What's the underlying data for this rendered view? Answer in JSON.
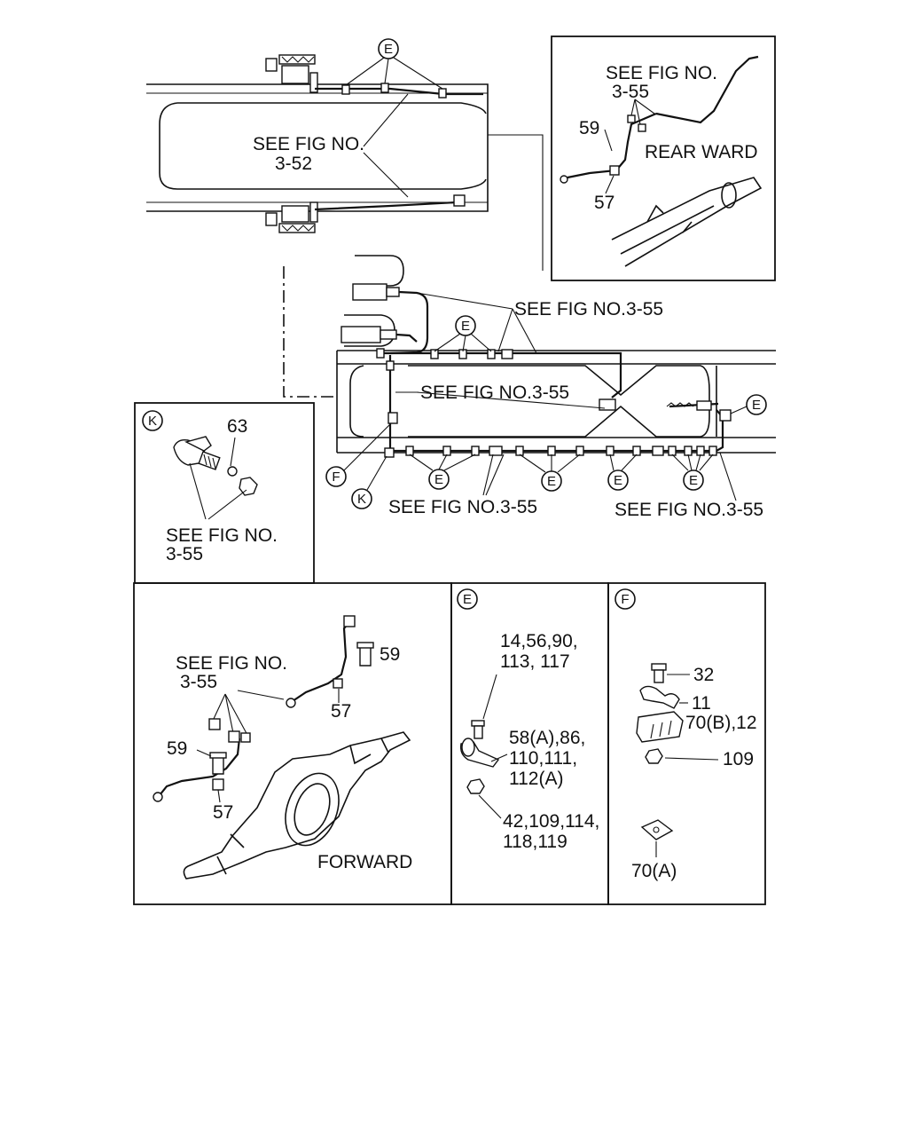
{
  "top_view": {
    "callout_e": "E",
    "see_fig_line1": "SEE FIG NO.",
    "see_fig_line2": "3-52"
  },
  "rear_detail": {
    "see_fig_line1": "SEE FIG NO.",
    "see_fig_line2": "3-55",
    "part_59": "59",
    "part_57": "57",
    "caption": "REAR WARD"
  },
  "middle_view": {
    "see_fig_top": "SEE FIG NO.3-55",
    "see_fig_center": "SEE FIG NO.3-55",
    "see_fig_bottom_left": "SEE FIG NO.3-55",
    "see_fig_bottom_right": "SEE FIG NO.3-55",
    "callout_e": "E",
    "callout_f": "F",
    "callout_k": "K"
  },
  "detail_k": {
    "badge": "K",
    "part_63": "63",
    "see_fig_line1": "SEE FIG NO.",
    "see_fig_line2": "3-55"
  },
  "forward_detail": {
    "see_fig_line1": "SEE FIG NO.",
    "see_fig_line2": "3-55",
    "part_59_upper": "59",
    "part_57_upper": "57",
    "part_59_lower": "59",
    "part_57_lower": "57",
    "caption": "FORWARD"
  },
  "detail_e": {
    "badge": "E",
    "label_bolt_1": "14,56,90,",
    "label_bolt_2": "113, 117",
    "label_clip_1": "58(A),86,",
    "label_clip_2": "110,111,",
    "label_clip_3": "112(A)",
    "label_nut_1": "42,109,114,",
    "label_nut_2": "118,119"
  },
  "detail_f": {
    "badge": "F",
    "label_32": "32",
    "label_11": "11",
    "label_70b": "70(B),12",
    "label_109": "109",
    "label_70a": "70(A)"
  }
}
